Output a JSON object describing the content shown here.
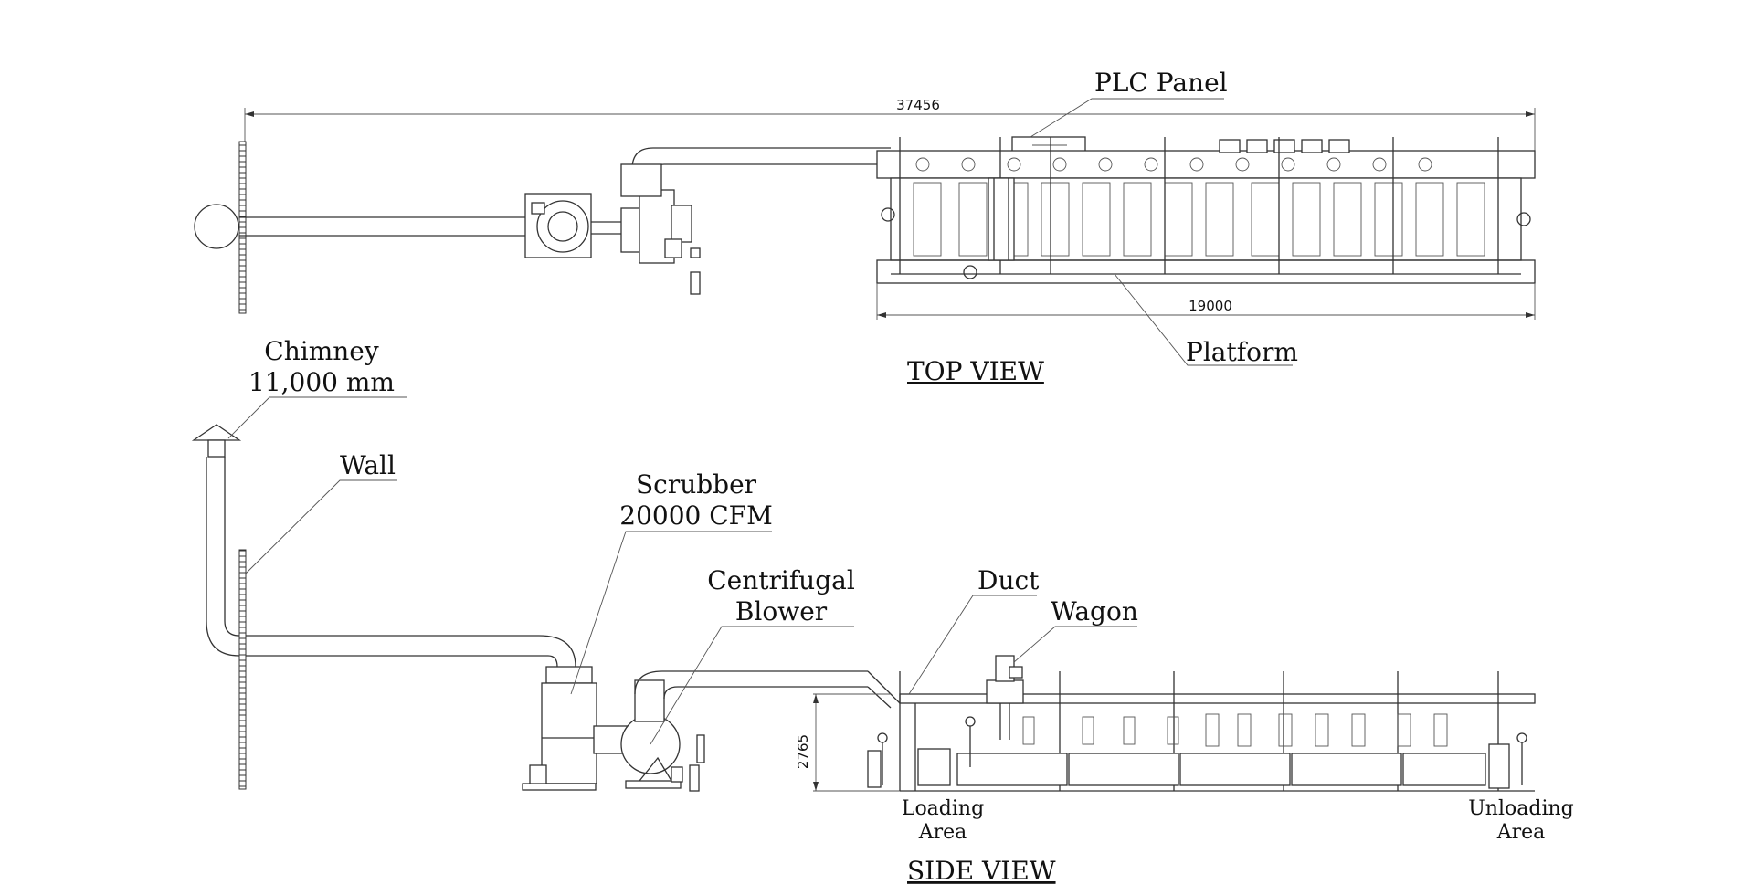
{
  "top_view": {
    "title": "TOP VIEW",
    "overall_dim": "37456",
    "platform_dim": "19000",
    "labels": {
      "plc_panel": "PLC Panel",
      "platform": "Platform"
    }
  },
  "side_view": {
    "title": "SIDE VIEW",
    "height_dim": "2765",
    "labels": {
      "chimney_line1": "Chimney",
      "chimney_line2": "11,000 mm",
      "wall": "Wall",
      "scrubber_line1": "Scrubber",
      "scrubber_line2": "20000 CFM",
      "blower_line1": "Centrifugal",
      "blower_line2": "Blower",
      "duct": "Duct",
      "wagon": "Wagon",
      "loading_line1": "Loading",
      "loading_line2": "Area",
      "unloading_line1": "Unloading",
      "unloading_line2": "Area"
    }
  }
}
